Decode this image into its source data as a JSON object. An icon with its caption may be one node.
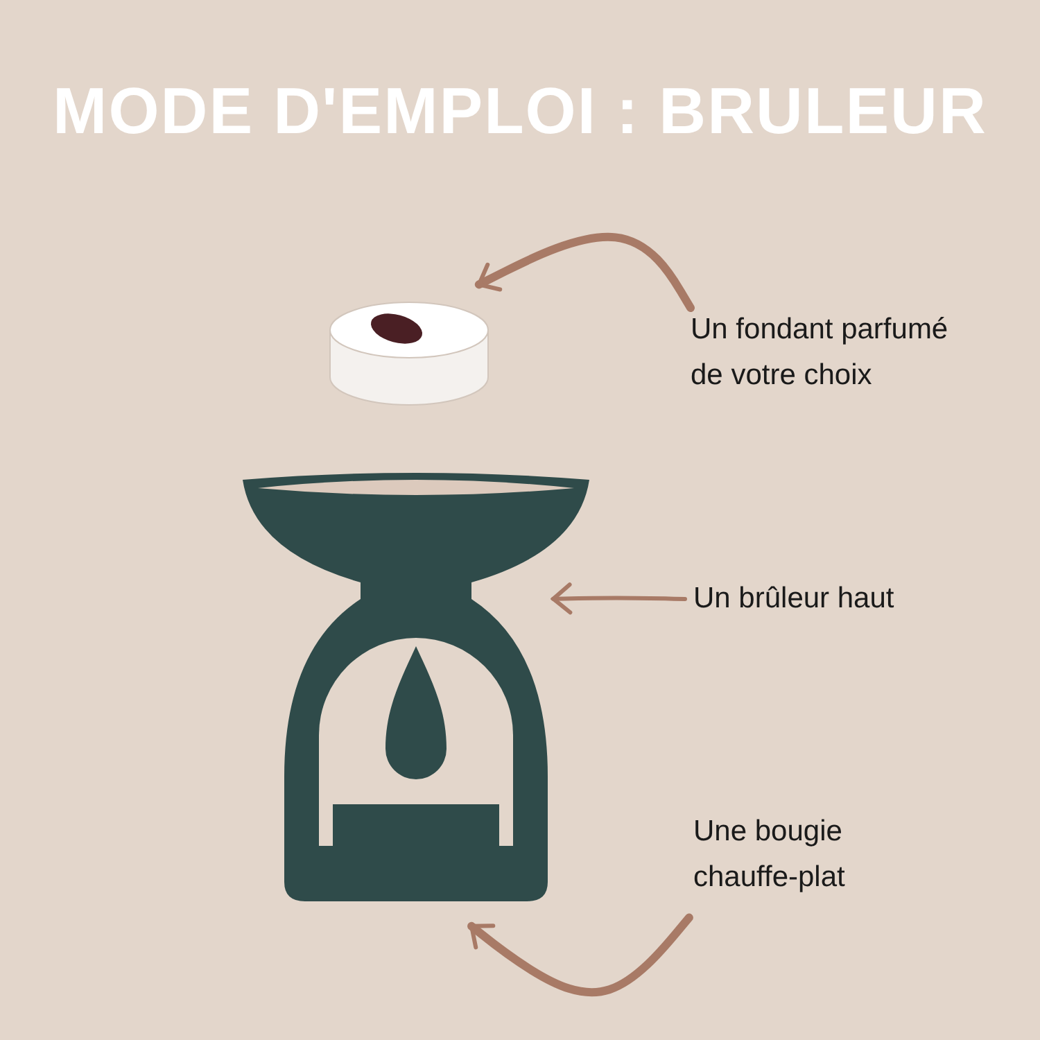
{
  "diagram": {
    "title": "MODE D'EMPLOI : BRULEUR",
    "nodes": [
      {
        "text": [],
        "shape": "cylinder"
      },
      {
        "text": [
          "Un fondant parfumé de votre choix"
        ]
      },
      {
        "text": [],
        "shape": "picture"
      },
      {
        "text": [
          "Un brûleur haut"
        ]
      },
      {
        "text": [
          "Une bougie chauffe-plat"
        ]
      }
    ],
    "edges": [
      {
        "from": 1,
        "to": 0,
        "arrow": "to"
      },
      {
        "from": 3,
        "to": 2,
        "arrow": "to"
      },
      {
        "from": 4,
        "to": 2,
        "arrow": "to"
      }
    ]
  }
}
